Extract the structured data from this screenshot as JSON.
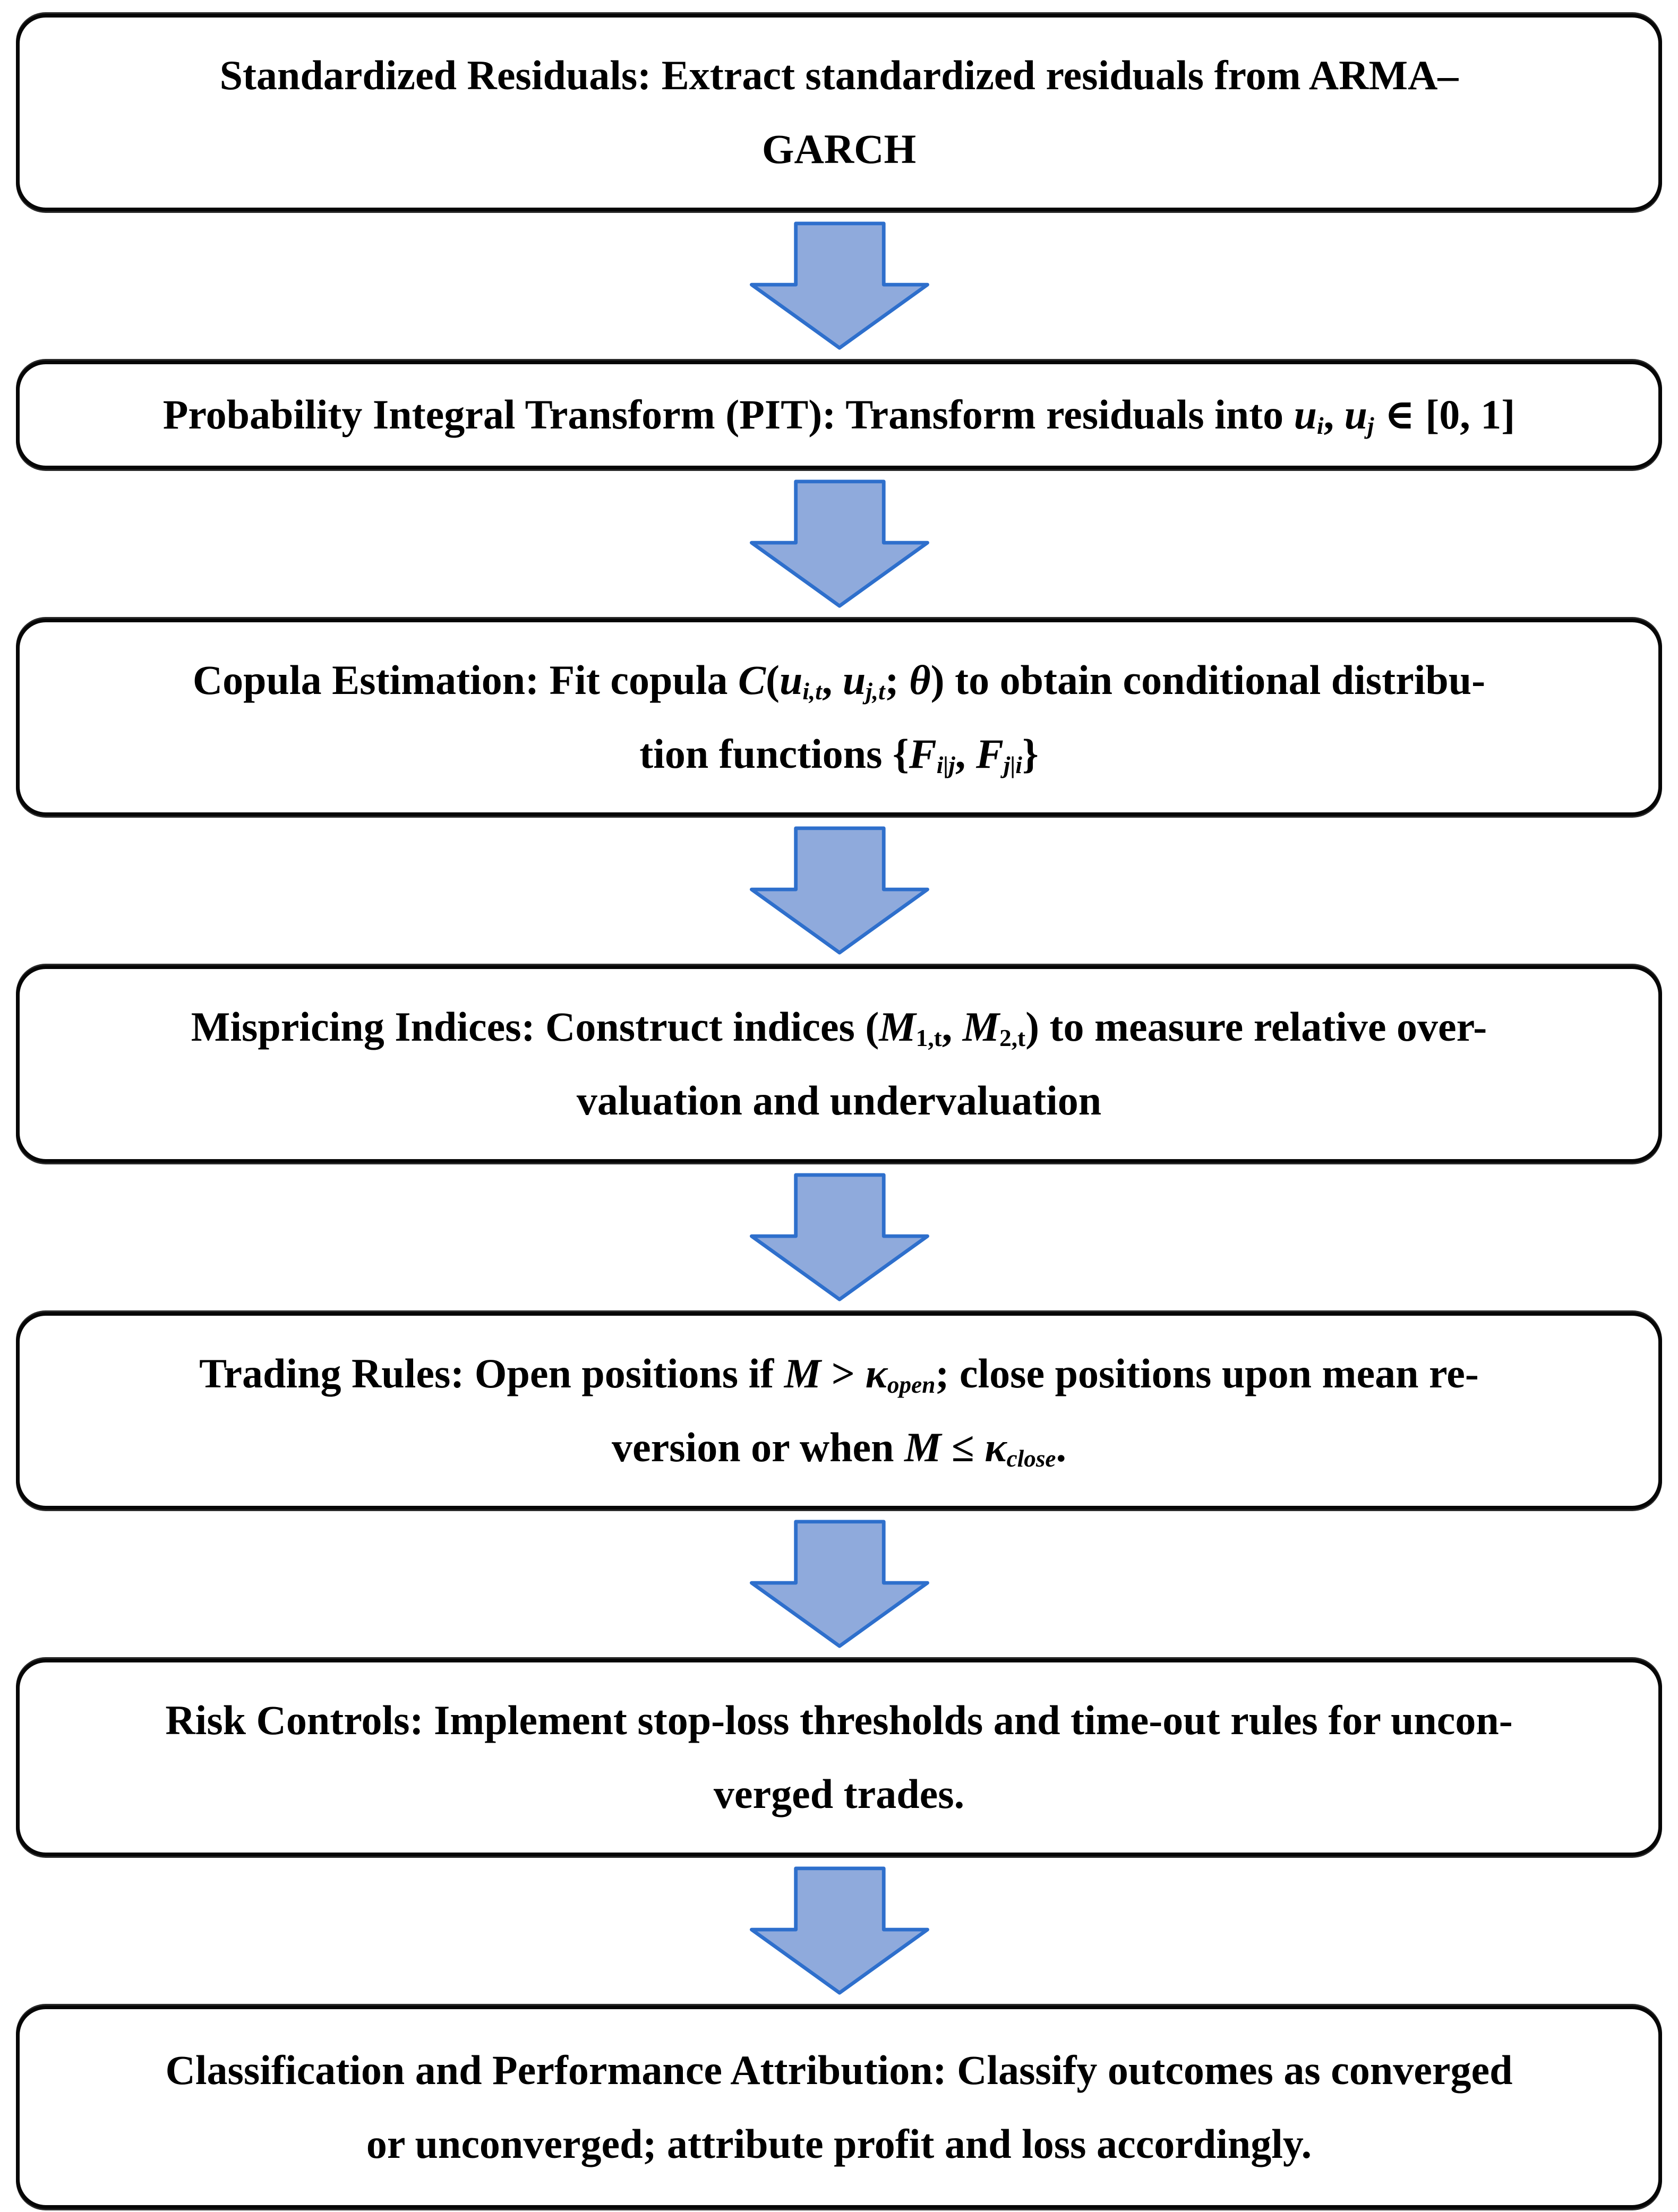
{
  "figure": {
    "type": "flowchart",
    "direction": "top-down",
    "background": "#ffffff",
    "box_border_color": "#060606",
    "text_color": "#000000",
    "arrow": {
      "name": "down-block-arrow",
      "fill": "#8faadc",
      "stroke": "#2e6fcc"
    },
    "steps": [
      {
        "name": "standardized-residuals",
        "text": "Standardized Residuals: Extract standardized residuals from ARMA–GARCH",
        "lines_html": [
          "Standardized Residuals: Extract standardized residuals from ARMA–",
          "GARCH"
        ]
      },
      {
        "name": "probability-integral-transform",
        "text": "Probability Integral Transform (PIT): Transform residuals into u_i, u_j ∈ [0, 1]",
        "lines_html": [
          "Probability Integral Transform (PIT): Transform residuals into <i>u<sub>i</sub></i>, <i>u<sub>j</sub></i> ∈ [0, 1]"
        ]
      },
      {
        "name": "copula-estimation",
        "text": "Copula Estimation: Fit copula C(u_i,t, u_j,t; θ) to obtain conditional distribution functions {F_i|j, F_j|i}",
        "lines_html": [
          "Copula Estimation: Fit copula <i>C</i>(<i>u<sub>i,t</sub></i>, <i>u<sub>j,t</sub></i>; <i>θ</i>) to obtain conditional distribu-",
          "tion functions {<i>F<sub>i|j</sub></i>, <i>F<sub>j|i</sub></i>}"
        ]
      },
      {
        "name": "mispricing-indices",
        "text": "Mispricing Indices: Construct indices (M_1,t, M_2,t) to measure relative overvaluation and undervaluation",
        "lines_html": [
          "Mispricing Indices: Construct indices (<i>M</i><sub>1,t</sub>, <i>M</i><sub>2,t</sub>) to measure relative over-",
          "valuation and undervaluation"
        ]
      },
      {
        "name": "trading-rules",
        "text": "Trading Rules: Open positions if M > κ_open; close positions upon mean reversion or when M ≤ κ_close.",
        "lines_html": [
          "Trading Rules: Open positions if <i>M</i> > <i>κ<sub>open</sub></i>; close positions upon mean re-",
          "version or when <i>M</i> ≤ <i>κ<sub>close</sub></i>."
        ]
      },
      {
        "name": "risk-controls",
        "text": "Risk Controls: Implement stop-loss thresholds and time-out rules for unconverged trades.",
        "lines_html": [
          "Risk Controls: Implement stop-loss thresholds and time-out rules for uncon-",
          "verged trades."
        ]
      },
      {
        "name": "classification-performance-attribution",
        "text": "Classification and Performance Attribution: Classify outcomes as converged or unconverged; attribute profit and loss accordingly.",
        "lines_html": [
          "Classification and Performance Attribution: Classify outcomes as converged",
          "or unconverged; attribute profit and loss accordingly."
        ]
      }
    ]
  }
}
